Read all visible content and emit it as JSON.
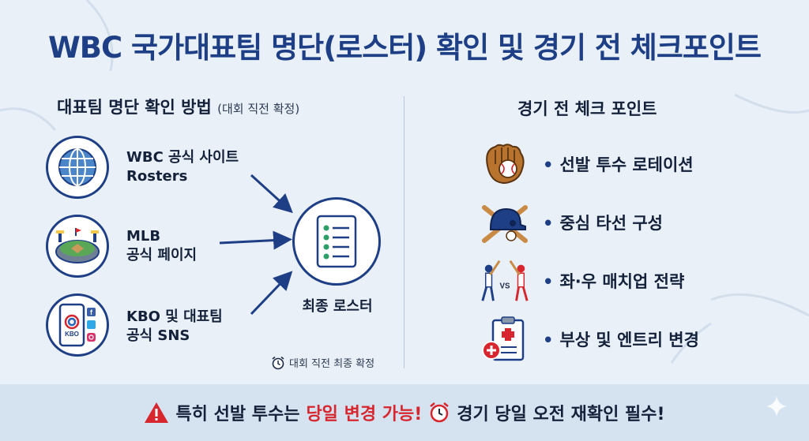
{
  "title": "WBC 국가대표팀 명단(로스터) 확인 및 경기 전 체크포인트",
  "left": {
    "heading": "대표팀 명단 확인 방법",
    "heading_sub": "(대회 직전 확정)",
    "sources": [
      {
        "line1": "WBC 공식 사이트",
        "line2": "Rosters",
        "icon": "globe-icon"
      },
      {
        "line1": "MLB",
        "line2": "공식 페이지",
        "icon": "stadium-icon"
      },
      {
        "line1": "KBO 및 대표팀",
        "line2": "공식 SNS",
        "icon": "smartphone-icon",
        "phone_logo": "KBO"
      }
    ],
    "roster_label": "최종 로스터",
    "final_note": "대회 직전 최종 확정"
  },
  "right": {
    "heading": "경기 전 체크 포인트",
    "items": [
      {
        "label": "선발 투수 로테이션",
        "icon": "baseball-glove-icon"
      },
      {
        "label": "중심 타선 구성",
        "icon": "batting-helmet-icon"
      },
      {
        "label": "좌·우 매치업 전략",
        "icon": "batter-vs-batter-icon",
        "vs": "VS"
      },
      {
        "label": "부상 및 엔트리 변경",
        "icon": "medical-clipboard-icon"
      }
    ],
    "bullet": "•"
  },
  "bottom": {
    "part1": "특히 선발 투수는",
    "part2": "당일 변경 가능!",
    "part3": "경기 당일 오전 재확인 필수!"
  },
  "colors": {
    "navy": "#1e3f86",
    "red": "#d8262e",
    "background": "#e9f0f8",
    "bottom_bar": "#d5e2f0"
  }
}
